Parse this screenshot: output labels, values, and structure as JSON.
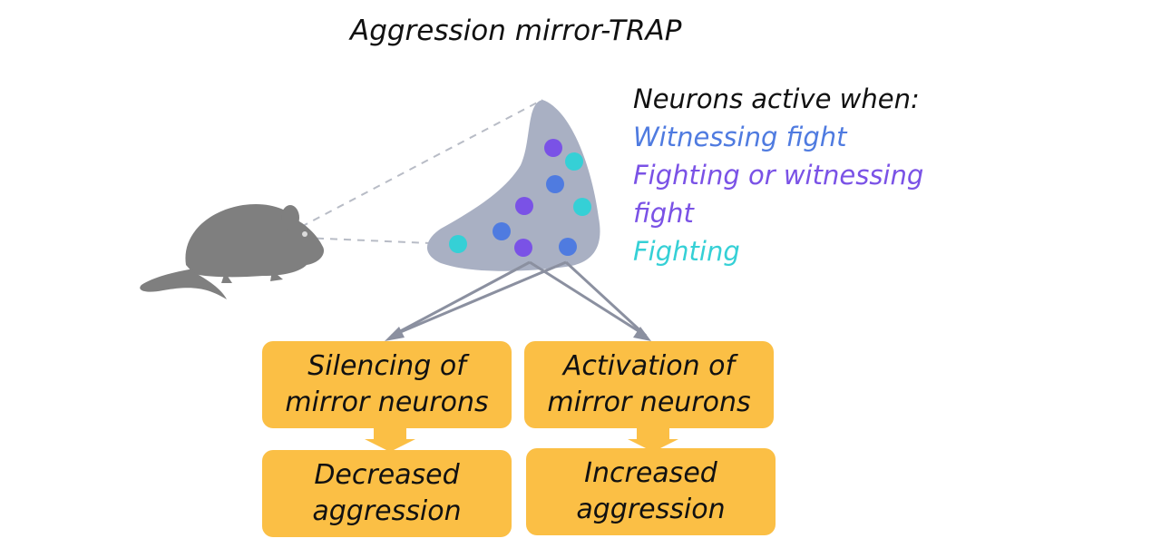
{
  "title": "Aggression mirror-TRAP",
  "legend": {
    "heading": "Neurons active when:",
    "items": [
      {
        "lines": [
          "Witnessing fight"
        ],
        "color": "#4f7be0"
      },
      {
        "lines": [
          "Fighting or witnessing",
          "fight"
        ],
        "color": "#7a52e6"
      },
      {
        "lines": [
          "Fighting"
        ],
        "color": "#35d0d6"
      }
    ]
  },
  "colors": {
    "brain_region": "#a9b0c3",
    "box_fill": "#fbbf45",
    "mouse": "#7f7f7f",
    "arrow": "#8b90a0"
  },
  "boxes": {
    "silencing": {
      "line1": "Silencing of",
      "line2": "mirror neurons"
    },
    "activation": {
      "line1": "Activation of",
      "line2": "mirror neurons"
    },
    "decreased": {
      "line1": "Decreased",
      "line2": "aggression"
    },
    "increased": {
      "line1": "Increased",
      "line2": "aggression"
    }
  }
}
